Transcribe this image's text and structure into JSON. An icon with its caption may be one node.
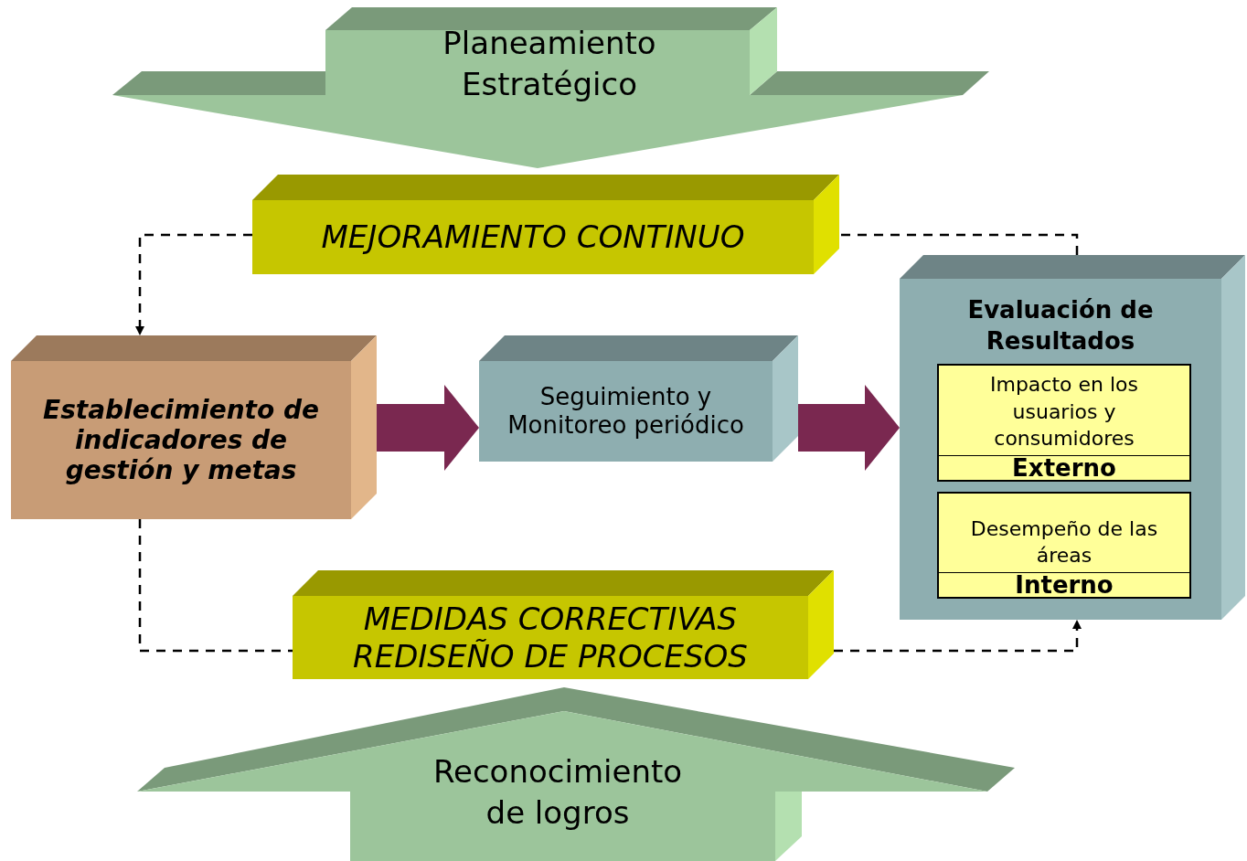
{
  "diagram": {
    "nodes": [
      {
        "text": [
          "Planeamiento Estratégico"
        ]
      },
      {
        "text": [
          "MEJORAMIENTO CONTINUO"
        ]
      },
      {
        "text": [
          "Establecimiento de indicadores de gestión y metas"
        ]
      },
      {
        "text": [
          "Seguimiento y Monitoreo periódico"
        ]
      },
      {
        "text": [
          "Evaluación de Resultados"
        ]
      },
      {
        "text": [
          "Impacto en los usuarios y consumidores",
          "Externo"
        ],
        "in": 4
      },
      {
        "text": [
          "Desempeño de las áreas",
          "Interno"
        ],
        "in": 4
      },
      {
        "text": [
          "MEDIDAS CORRECTIVAS REDISEÑO DE PROCESOS"
        ]
      },
      {
        "text": [
          "Reconocimiento de logros"
        ]
      }
    ],
    "edges": [
      {
        "from": 4,
        "to": 1,
        "arrow": "none",
        "style": "dashed"
      },
      {
        "from": 1,
        "to": 2,
        "arrow": "to",
        "style": "dashed"
      },
      {
        "from": 2,
        "to": 7,
        "arrow": "none",
        "style": "dashed"
      },
      {
        "from": 7,
        "to": 4,
        "arrow": "to",
        "style": "dashed"
      },
      {
        "from": 2,
        "to": 3,
        "arrow": "to",
        "style": "thick",
        "color": "#7a2850"
      },
      {
        "from": 3,
        "to": 4,
        "arrow": "to",
        "style": "thick",
        "color": "#7a2850"
      }
    ]
  }
}
